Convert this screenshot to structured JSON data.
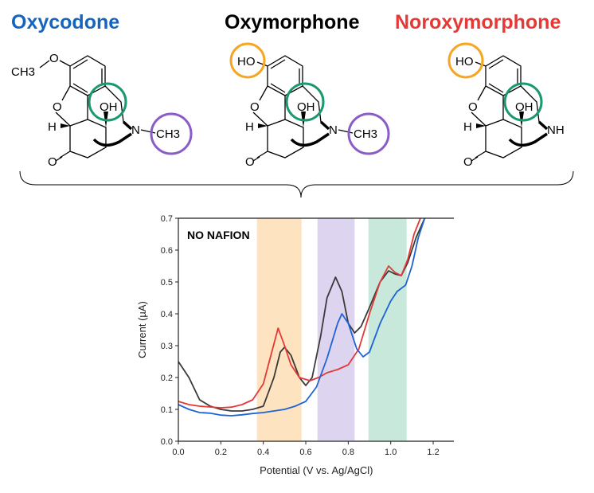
{
  "titles": [
    {
      "text": "Oxycodone",
      "color": "#1565c0"
    },
    {
      "text": "Oxymorphone",
      "color": "#000000"
    },
    {
      "text": "Noroxymorphone",
      "color": "#e53935"
    }
  ],
  "molecules": [
    {
      "name": "Oxycodone",
      "top_group": "O",
      "top_sub": "CH3",
      "oh": "OH",
      "h": "H",
      "ketone": "O",
      "ring_o": "O",
      "n": "N",
      "n_sub": "CH3",
      "circles": [
        "green",
        "purple"
      ]
    },
    {
      "name": "Oxymorphone",
      "top_group": "HO",
      "oh": "OH",
      "h": "H",
      "ketone": "O",
      "ring_o": "O",
      "n": "N",
      "n_sub": "CH3",
      "circles": [
        "orange",
        "green",
        "purple"
      ]
    },
    {
      "name": "Noroxymorphone",
      "top_group": "HO",
      "oh": "OH",
      "h": "H",
      "ketone": "O",
      "ring_o": "O",
      "n": "NH",
      "circles": [
        "orange",
        "green"
      ]
    }
  ],
  "highlight_colors": {
    "orange": "#f5a623",
    "green": "#1a9a6c",
    "purple": "#8a5cc8"
  },
  "chart_data": {
    "type": "line",
    "annotation": "NO NAFION",
    "xlabel": "Potential (V vs. Ag/AgCl)",
    "ylabel": "Current (µA)",
    "xlim": [
      0,
      1.3
    ],
    "ylim": [
      0,
      0.7
    ],
    "xticks": [
      "0.0",
      "0.2",
      "0.4",
      "0.6",
      "0.8",
      "1.0",
      "1.2"
    ],
    "yticks": [
      "0.0",
      "0.1",
      "0.2",
      "0.3",
      "0.4",
      "0.5",
      "0.6",
      "0.7"
    ],
    "bands": [
      {
        "from": 0.37,
        "to": 0.58,
        "color": "#fde3c0"
      },
      {
        "from": 0.655,
        "to": 0.83,
        "color": "#ddd5f0"
      },
      {
        "from": 0.895,
        "to": 1.075,
        "color": "#c8e8dc"
      }
    ],
    "series": [
      {
        "name": "Oxymorphone",
        "color": "#3a3a3a",
        "x": [
          0,
          0.05,
          0.1,
          0.15,
          0.2,
          0.25,
          0.3,
          0.35,
          0.4,
          0.45,
          0.48,
          0.5,
          0.53,
          0.57,
          0.6,
          0.63,
          0.67,
          0.7,
          0.74,
          0.77,
          0.8,
          0.83,
          0.86,
          0.9,
          0.95,
          0.99,
          1.02,
          1.05,
          1.08,
          1.12,
          1.16
        ],
        "y": [
          0.25,
          0.2,
          0.13,
          0.11,
          0.1,
          0.095,
          0.095,
          0.1,
          0.11,
          0.2,
          0.28,
          0.295,
          0.27,
          0.2,
          0.175,
          0.2,
          0.33,
          0.45,
          0.515,
          0.47,
          0.37,
          0.34,
          0.36,
          0.42,
          0.5,
          0.535,
          0.525,
          0.52,
          0.56,
          0.64,
          0.7
        ]
      },
      {
        "name": "Noroxymorphone",
        "color": "#e53935",
        "x": [
          0,
          0.05,
          0.1,
          0.2,
          0.25,
          0.3,
          0.35,
          0.4,
          0.44,
          0.47,
          0.5,
          0.53,
          0.57,
          0.62,
          0.66,
          0.7,
          0.75,
          0.8,
          0.85,
          0.9,
          0.95,
          0.99,
          1.02,
          1.05,
          1.08,
          1.11,
          1.14
        ],
        "y": [
          0.125,
          0.115,
          0.11,
          0.105,
          0.107,
          0.115,
          0.13,
          0.18,
          0.28,
          0.355,
          0.3,
          0.24,
          0.2,
          0.19,
          0.2,
          0.215,
          0.225,
          0.24,
          0.29,
          0.4,
          0.5,
          0.55,
          0.53,
          0.52,
          0.57,
          0.65,
          0.7
        ]
      },
      {
        "name": "Oxycodone",
        "color": "#1e63d6",
        "x": [
          0,
          0.05,
          0.1,
          0.15,
          0.2,
          0.25,
          0.3,
          0.35,
          0.4,
          0.5,
          0.55,
          0.6,
          0.65,
          0.7,
          0.75,
          0.77,
          0.8,
          0.84,
          0.87,
          0.9,
          0.95,
          1.0,
          1.03,
          1.07,
          1.1,
          1.13,
          1.16
        ],
        "y": [
          0.115,
          0.1,
          0.09,
          0.088,
          0.082,
          0.08,
          0.083,
          0.087,
          0.09,
          0.1,
          0.11,
          0.125,
          0.17,
          0.26,
          0.37,
          0.4,
          0.37,
          0.29,
          0.265,
          0.28,
          0.37,
          0.44,
          0.47,
          0.49,
          0.55,
          0.64,
          0.7
        ]
      }
    ]
  }
}
